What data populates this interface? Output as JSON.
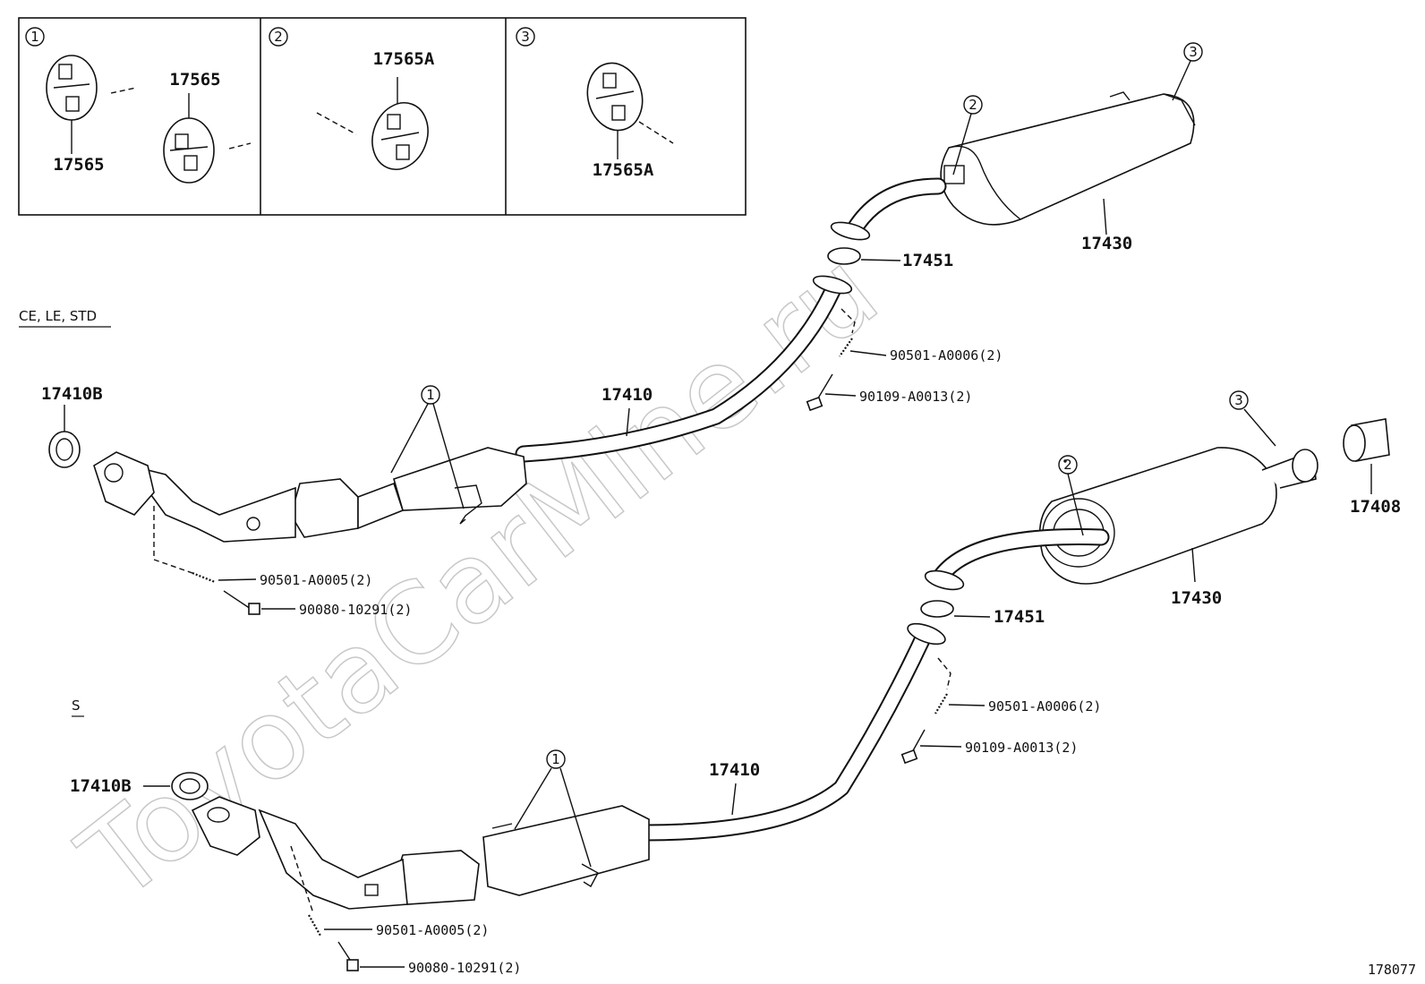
{
  "watermark": "ToyotaCarMine.ru",
  "diagram_id": "178077",
  "variants": {
    "upper": "CE, LE, STD",
    "lower": "S"
  },
  "inset": {
    "panels": [
      {
        "number": "1",
        "labels": [
          "17565",
          "17565"
        ]
      },
      {
        "number": "2",
        "labels": [
          "17565A"
        ]
      },
      {
        "number": "3",
        "labels": [
          "17565A"
        ]
      }
    ]
  },
  "upper": {
    "muffler": "17430",
    "gasket": "17451",
    "spring": "90501-A0006(2)",
    "bolt": "90109-A0013(2)",
    "pipe": "17410",
    "front_gasket": "17410B",
    "front_spring": "90501-A0005(2)",
    "front_bolt": "90080-10291(2)",
    "callout_muffler_hanger": "2",
    "callout_tail_hanger": "3",
    "callout_pipe_hanger": "1"
  },
  "lower": {
    "muffler": "17430",
    "tip": "17408",
    "gasket": "17451",
    "spring": "90501-A0006(2)",
    "bolt": "90109-A0013(2)",
    "pipe": "17410",
    "front_gasket": "17410B",
    "front_spring": "90501-A0005(2)",
    "front_bolt": "90080-10291(2)",
    "callout_muffler_hanger": "2",
    "callout_tail_hanger": "3",
    "callout_pipe_hanger": "1"
  },
  "colors": {
    "ink": "#111111",
    "watermark": "#c8c8c8",
    "background": "#ffffff"
  }
}
